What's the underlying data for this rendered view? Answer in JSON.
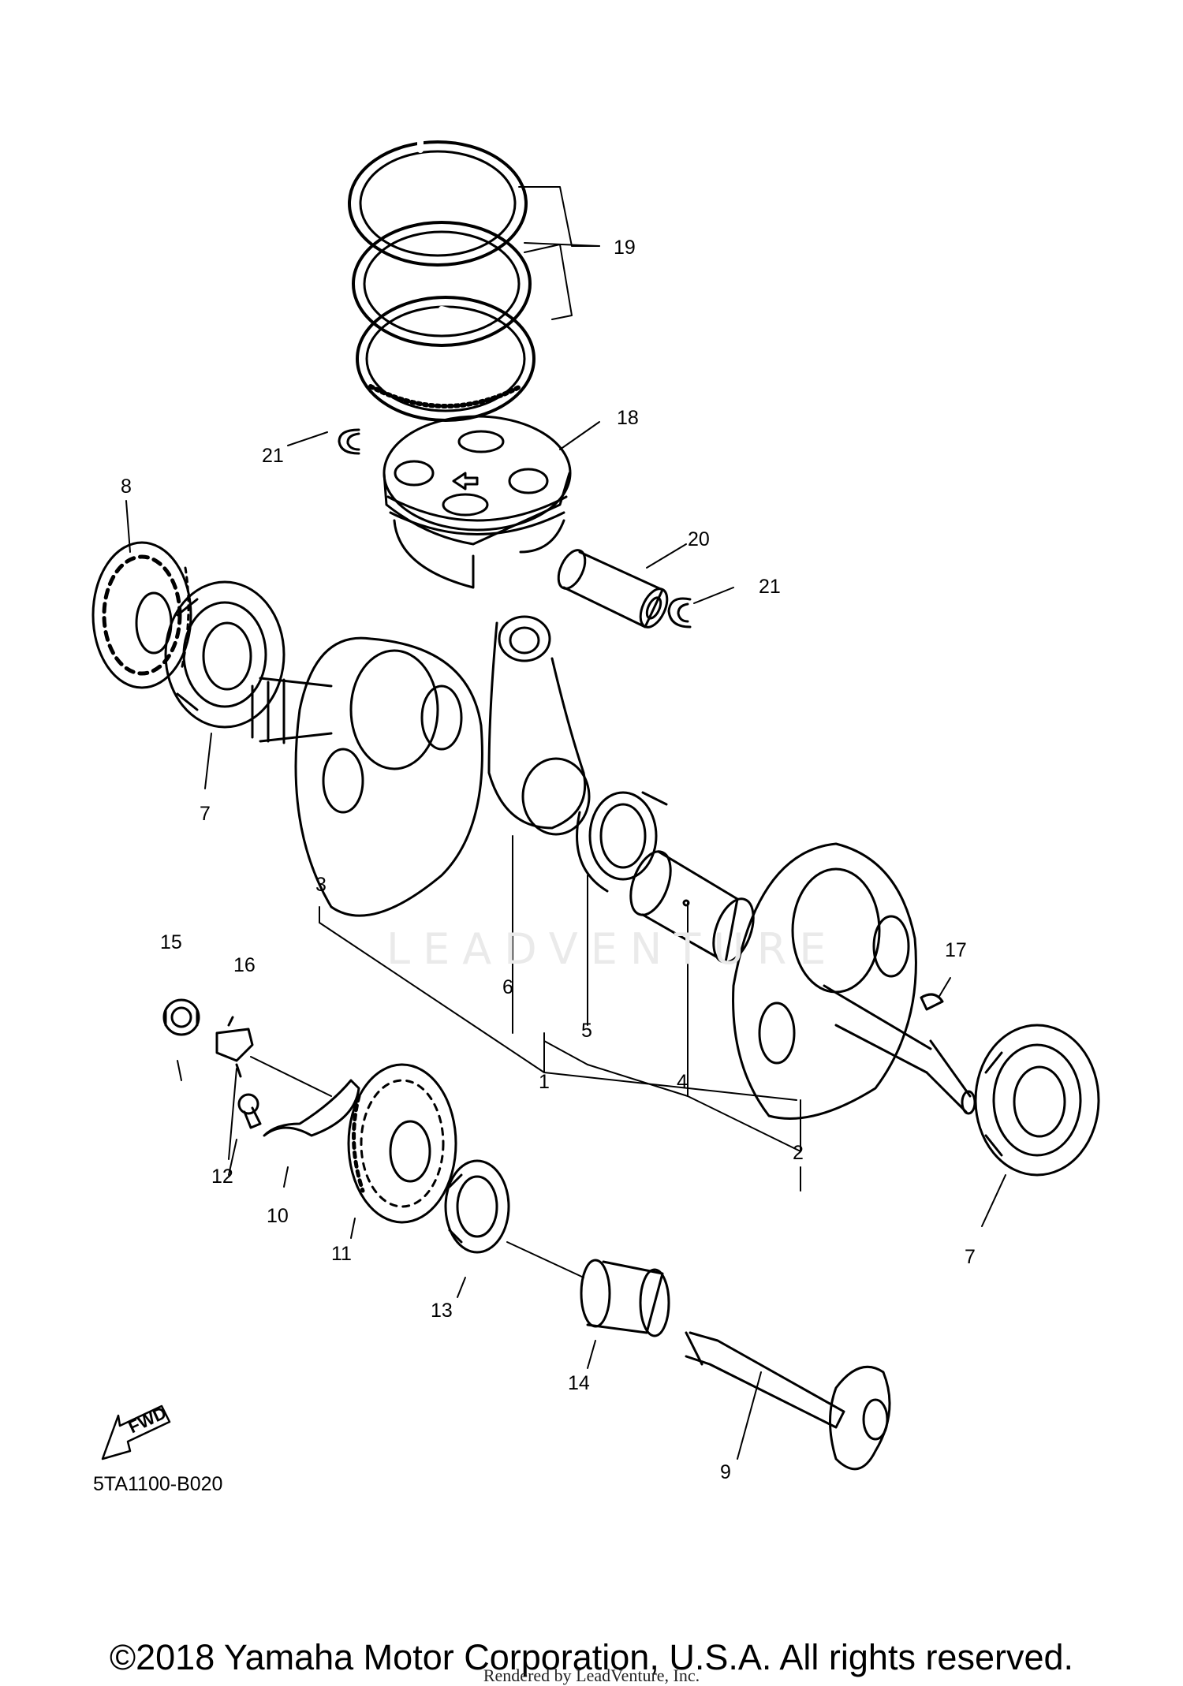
{
  "diagram_code": "5TA1100-B020",
  "copyright": "©2018 Yamaha Motor Corporation, U.S.A. All rights reserved.",
  "rendered_by": "Rendered by LeadVenture, Inc.",
  "watermark": "LEADVENTURE",
  "fwd_label": "FWD",
  "callouts": {
    "c1": "1",
    "c2": "2",
    "c3": "3",
    "c4": "4",
    "c5": "5",
    "c6": "6",
    "c7a": "7",
    "c7b": "7",
    "c8": "8",
    "c9": "9",
    "c10": "10",
    "c11": "11",
    "c12": "12",
    "c13": "13",
    "c14": "14",
    "c15": "15",
    "c16": "16",
    "c17": "17",
    "c18": "18",
    "c19": "19",
    "c20": "20",
    "c21a": "21",
    "c21b": "21"
  }
}
